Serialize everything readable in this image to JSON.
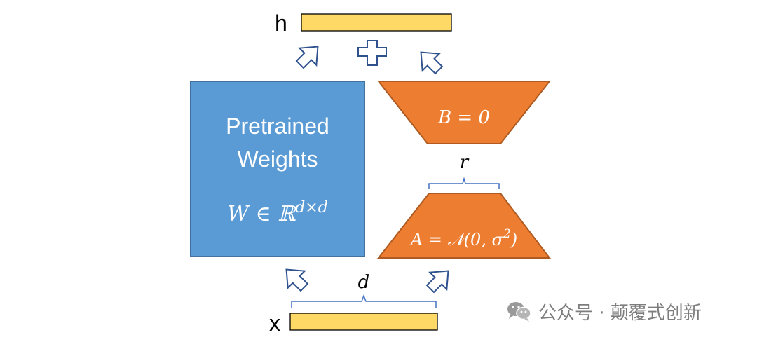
{
  "diagram": {
    "output_label": "h",
    "input_label": "x",
    "plus_symbol": "+",
    "pretrained_block": {
      "title_line1": "Pretrained",
      "title_line2": "Weights",
      "formula_main": "W ∈ ℝ",
      "formula_sup": "d×d"
    },
    "matrix_b": {
      "formula": "B = 0"
    },
    "matrix_a": {
      "formula_prefix": "A = 𝒩(0, σ",
      "formula_sup": "2",
      "formula_suffix": ")"
    },
    "dimension_r": "r",
    "dimension_d": "d"
  },
  "watermark": {
    "text": "公众号 · 颠覆式创新",
    "icon": "wechat-icon"
  },
  "colors": {
    "pretrained_fill": "#5b9bd5",
    "pretrained_stroke": "#41719c",
    "orange_fill": "#ed7d31",
    "orange_stroke": "#ae5a21",
    "bar_fill": "#ffd966",
    "arrow_stroke": "#2f528f",
    "brace": "#4472c4"
  }
}
